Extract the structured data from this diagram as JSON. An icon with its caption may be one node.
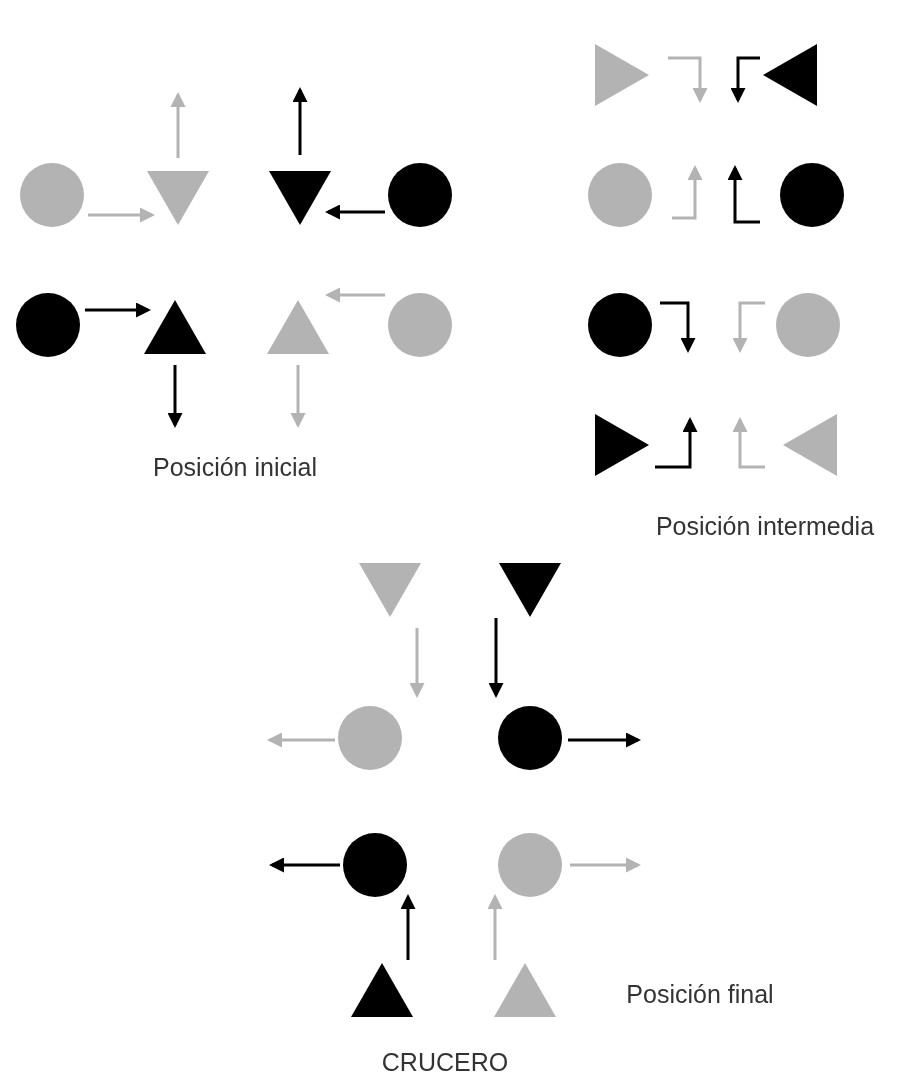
{
  "diagram": {
    "title": "CRUCERO",
    "labels": [
      "Posición inicial",
      "Posición intermedia",
      "Posición final"
    ]
  }
}
